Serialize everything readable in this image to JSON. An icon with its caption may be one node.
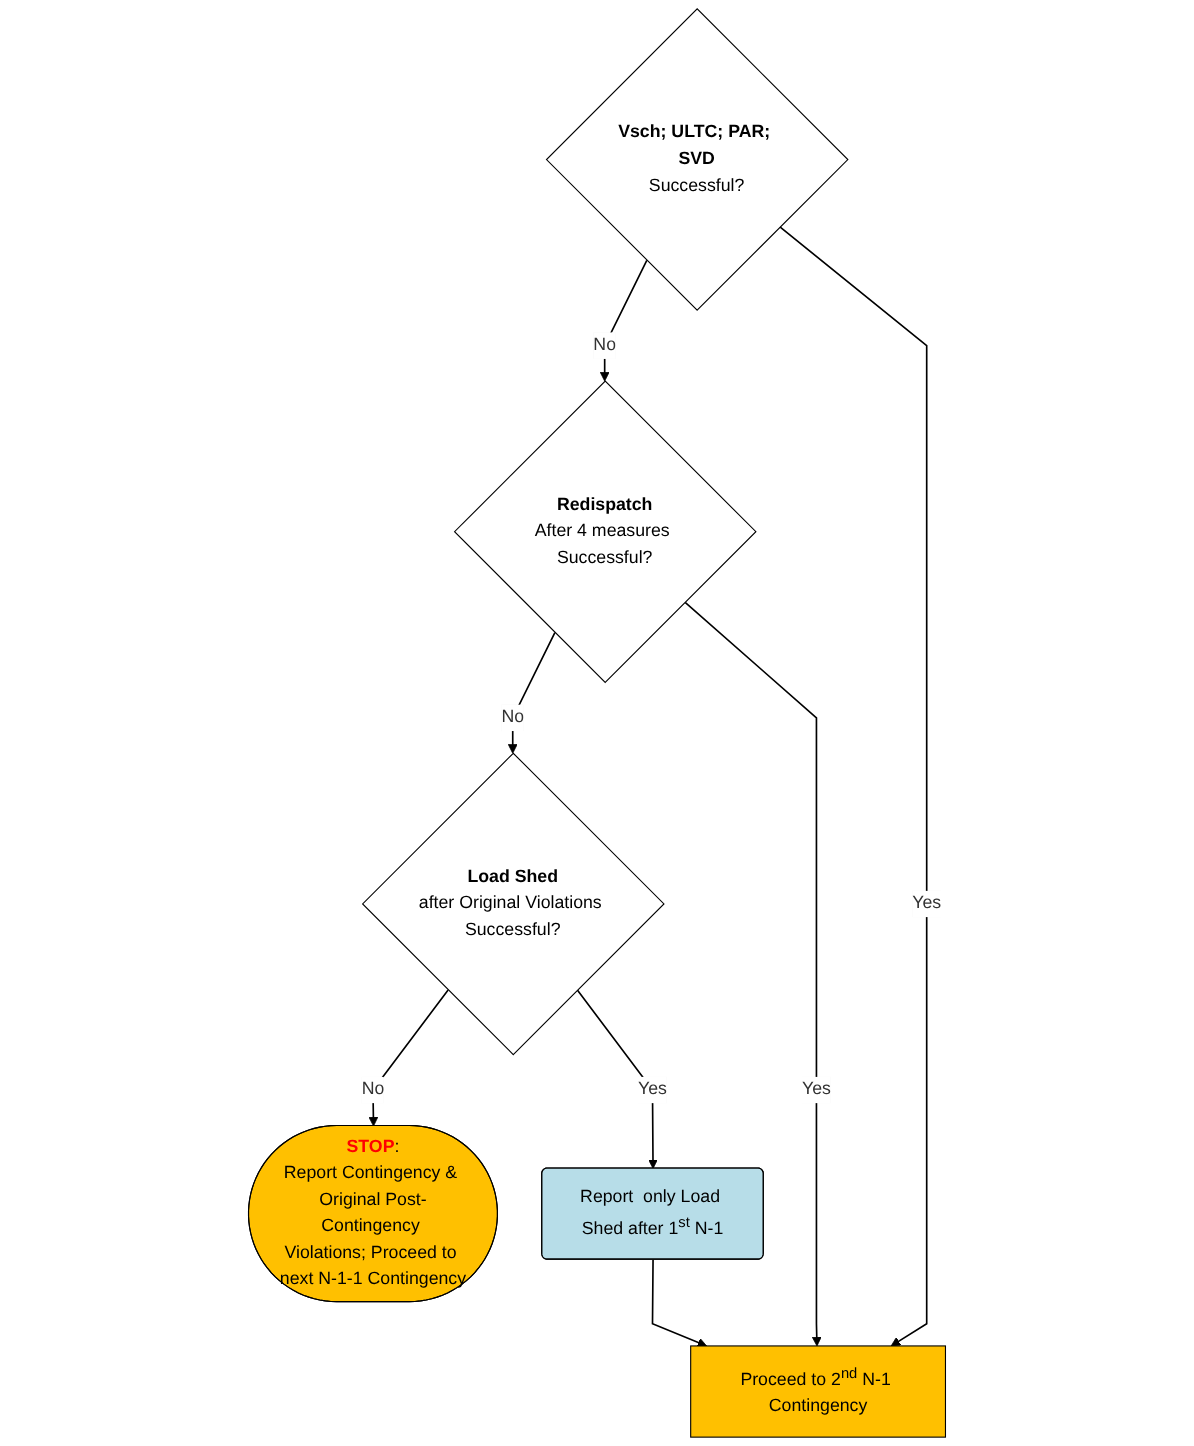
{
  "diagram": {
    "nodes": [
      {
        "text": [
          "Vsch; ULTC; PAR; SVD",
          "Successful?"
        ]
      },
      {
        "text": [
          "Redispatch",
          "After 4 measures Successful?"
        ]
      },
      {
        "text": [
          "Load Shed",
          "after Original Violations Successful?"
        ]
      },
      {
        "text": [
          "**STOP**:",
          "Report Contingency & Original Post-Contingency Violations; Proceed to next N-1-1 Contingency"
        ]
      },
      {
        "text": [
          "Report  only Load Shed after 1$^{st}$ N-1"
        ]
      },
      {
        "text": [
          "Proceed to 2$^{nd}$ N-1 Contingency"
        ]
      }
    ],
    "edges": [
      {
        "from": 0,
        "to": 1,
        "label": "No",
        "arrow": "to"
      },
      {
        "from": 0,
        "to": 5,
        "label": "Yes",
        "arrow": "to"
      },
      {
        "from": 1,
        "to": 2,
        "label": "No",
        "arrow": "to"
      },
      {
        "from": 1,
        "to": 5,
        "label": "Yes",
        "arrow": "to"
      },
      {
        "from": 2,
        "to": 3,
        "label": "No",
        "arrow": "to"
      },
      {
        "from": 2,
        "to": 4,
        "label": "Yes",
        "arrow": "to"
      },
      {
        "from": 4,
        "to": 5,
        "arrow": "to"
      }
    ]
  }
}
